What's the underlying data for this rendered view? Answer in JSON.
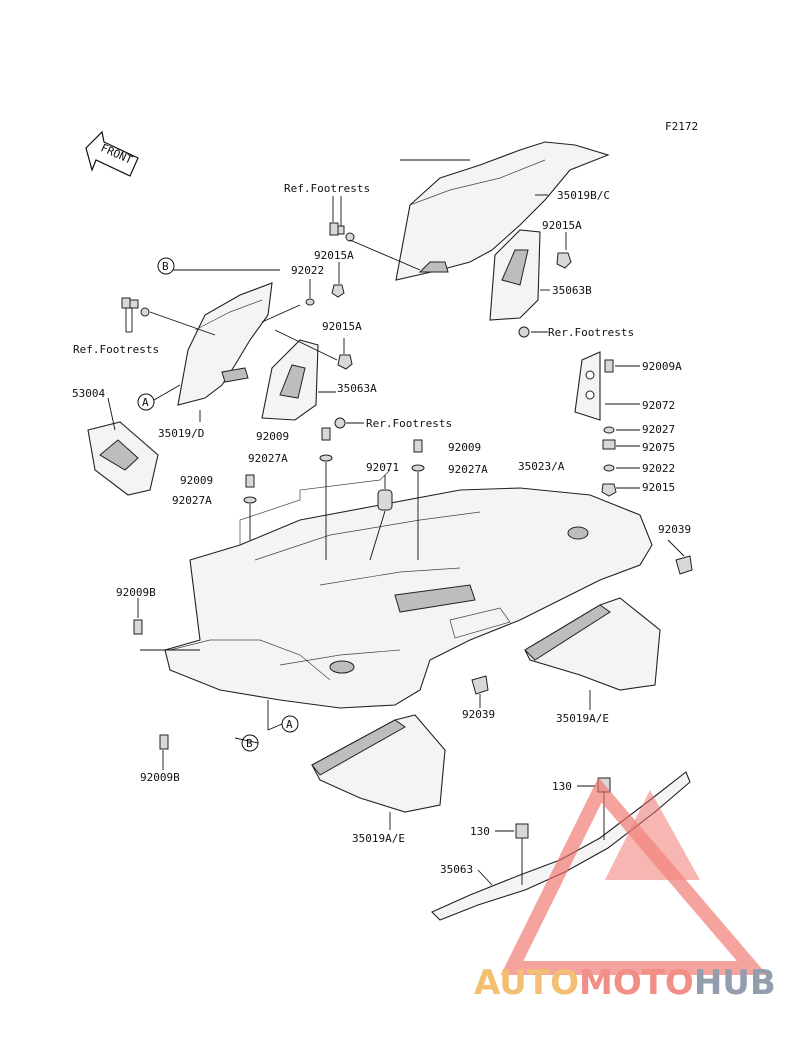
{
  "figure_code": "F2172",
  "front_arrow_label": "FRONT",
  "callouts": {
    "a": "A",
    "b": "B"
  },
  "labels": {
    "p35019bc": "35019B/C",
    "p92015a_1": "92015A",
    "p92015a_2": "92015A",
    "p92015a_3": "92015A",
    "p35063b": "35063B",
    "rer_footrests_1": "Rer.Footrests",
    "rer_footrests_2": "Rer.Footrests",
    "ref_footrests_1": "Ref.Footrests",
    "ref_footrests_2": "Ref.Footrests",
    "p92022_1": "92022",
    "p92022_2": "92022",
    "p53004": "53004",
    "p35019d": "35019/D",
    "p35063a": "35063A",
    "p92009_1": "92009",
    "p92009_2": "92009",
    "p92009_3": "92009",
    "p92027a_1": "92027A",
    "p92027a_2": "92027A",
    "p92027a_3": "92027A",
    "p92071": "92071",
    "p35023a": "35023/A",
    "p92009a": "92009A",
    "p92072": "92072",
    "p92027": "92027",
    "p92075": "92075",
    "p92015": "92015",
    "p92039_1": "92039",
    "p92039_2": "92039",
    "p92009b_1": "92009B",
    "p92009b_2": "92009B",
    "p35019ae_1": "35019A/E",
    "p35019ae_2": "35019A/E",
    "p130_1": "130",
    "p130_2": "130",
    "p35063": "35063"
  },
  "watermark": {
    "part1": "AUTO",
    "part2": "MOTO",
    "part3": "HUB",
    "color1": "#f2b45a",
    "color2": "#ef7b72",
    "color3": "#7f8da0",
    "triangle_color": "#ef6f68"
  }
}
